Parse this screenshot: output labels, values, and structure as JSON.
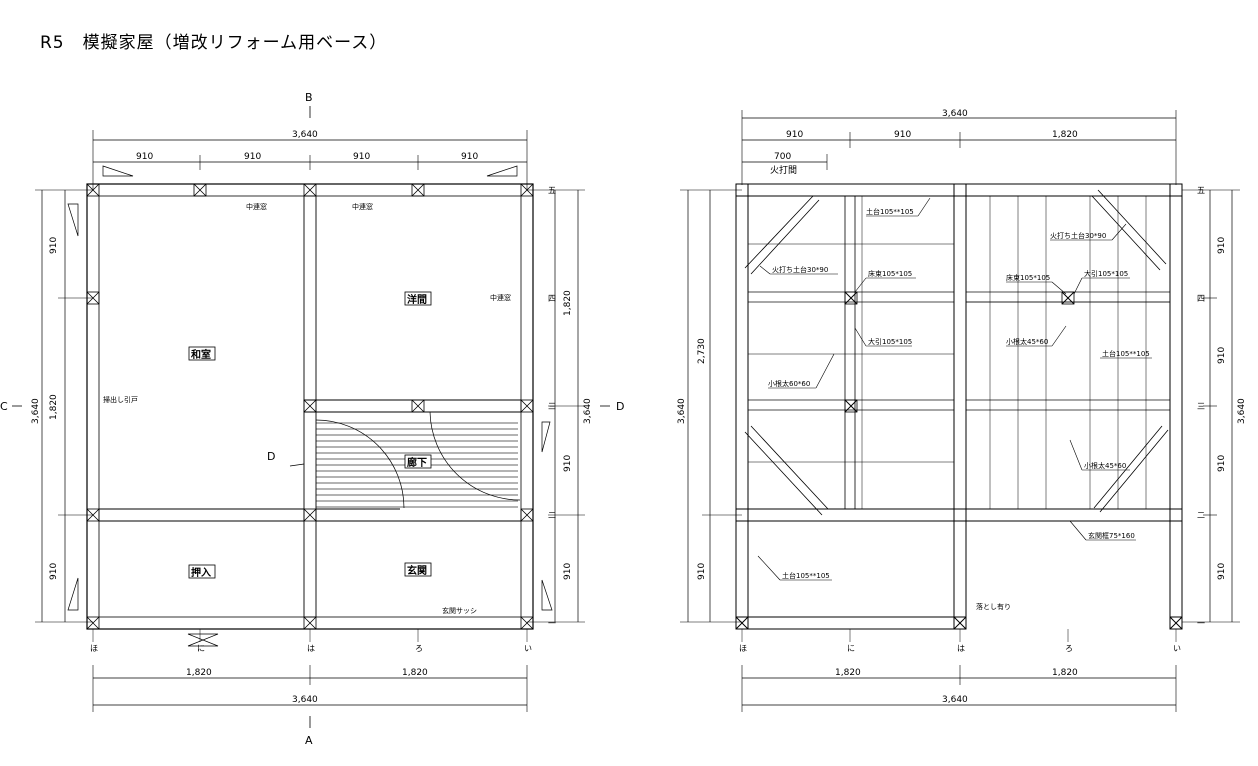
{
  "title": "R5　模擬家屋（増改リフォーム用ベース）",
  "left_plan": {
    "section_b": "B",
    "section_a": "A",
    "section_c": "C",
    "section_d": "D",
    "section_d_inner": "D",
    "top_total": "3,640",
    "top_spans": [
      "910",
      "910",
      "910",
      "910"
    ],
    "bottom_spans": [
      "1,820",
      "1,820"
    ],
    "bottom_total": "3,640",
    "left_spans": [
      "910",
      "1,820",
      "910"
    ],
    "left_total": "3,640",
    "right_spans": [
      "1,820",
      "910",
      "910"
    ],
    "right_total": "3,640",
    "rooms": {
      "washitsu": "和室",
      "youma": "洋間",
      "rouka": "廊下",
      "oshiire": "押入",
      "genkan": "玄関"
    },
    "labels": {
      "window1": "中連窓",
      "window2": "中連窓",
      "window3": "中連窓",
      "sweep_door": "掃出し引戸",
      "genkan_sash": "玄関サッシ"
    },
    "grid_bottom": [
      "ほ",
      "に",
      "は",
      "ろ",
      "い"
    ],
    "grid_right": [
      "五",
      "四",
      "三",
      "二",
      "一"
    ]
  },
  "right_plan": {
    "top_total": "3,640",
    "top_spans": [
      "910",
      "910",
      "1,820"
    ],
    "top_sub": "700",
    "top_sub_label": "火打間",
    "bottom_spans": [
      "1,820",
      "1,820"
    ],
    "bottom_total": "3,640",
    "left_total": "3,640",
    "left_upper": "2,730",
    "left_lower": "910",
    "right_spans": [
      "910",
      "910",
      "910",
      "910"
    ],
    "right_total": "3,640",
    "labels": {
      "dodai_top": "土台105**105",
      "hiuchi_left": "火打ち土台30*90",
      "yukazuka_left": "床束105*105",
      "oobiki_left": "大引105*105",
      "kone_left": "小根太60*60",
      "hiuchi_right": "火打ち土台30*90",
      "yukazuka_right": "床束105*105",
      "oobiki_right": "大引105*105",
      "kone_right_upper": "小根太45*60",
      "dodai_right": "土台105**105",
      "kone_right_lower": "小根太45*60",
      "genkan_kamachi": "玄関框75*160",
      "dodai_bottom": "土台105**105",
      "otoshi": "落とし有り"
    },
    "grid_bottom": [
      "ほ",
      "に",
      "は",
      "ろ",
      "い"
    ],
    "grid_right": [
      "五",
      "四",
      "三",
      "二",
      "一"
    ]
  }
}
